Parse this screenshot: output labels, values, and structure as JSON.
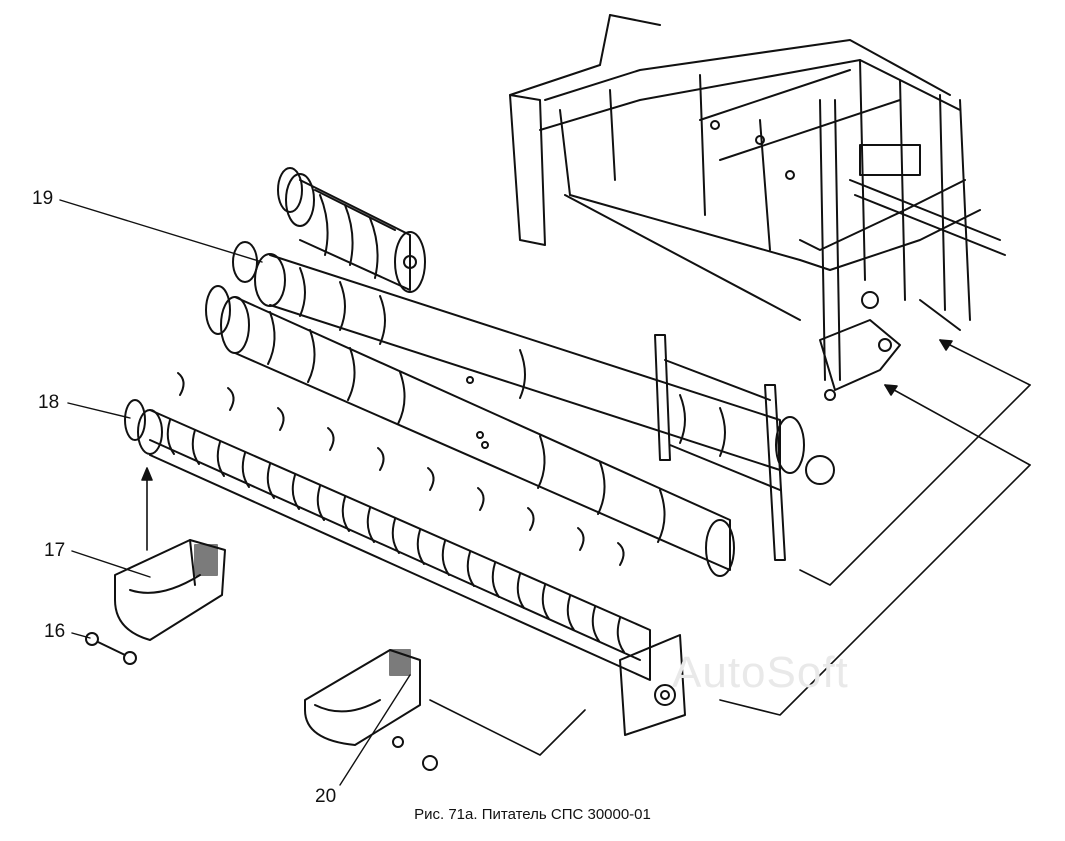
{
  "part_labels": {
    "p16": "16",
    "p17": "17",
    "p18": "18",
    "p19": "19",
    "p20": "20"
  },
  "caption": "Рис. 71а. Питатель СПС 30000-01",
  "watermark": "AutoSoft",
  "colors": {
    "ink": "#111111",
    "paper": "#ffffff",
    "watermark": "#e9e9e9"
  }
}
